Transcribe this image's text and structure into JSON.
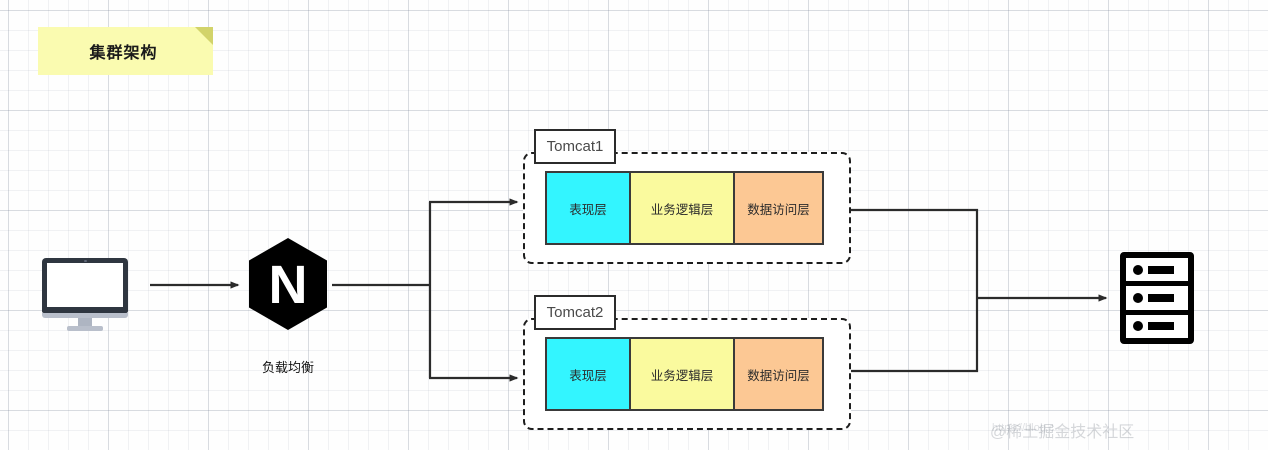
{
  "diagram": {
    "title": "集群架构",
    "background": "grid-paper",
    "colors": {
      "ribbon": "#fafbb0",
      "ribbon_fold": "#d2d36a",
      "presentation_layer": "#33f5ff",
      "business_layer": "#fafa9e",
      "data_layer": "#fcc894",
      "line": "#2b2b2b",
      "nginx": "#000000"
    }
  },
  "client": {
    "icon": "desktop-monitor-icon",
    "label": ""
  },
  "load_balancer": {
    "icon": "nginx-logo-icon",
    "glyph": "N",
    "label": "负载均衡"
  },
  "tomcats": [
    {
      "tag": "Tomcat1",
      "layers": [
        {
          "label": "表现层",
          "role": "presentation"
        },
        {
          "label": "业务逻辑层",
          "role": "business"
        },
        {
          "label": "数据访问层",
          "role": "data"
        }
      ]
    },
    {
      "tag": "Tomcat2",
      "layers": [
        {
          "label": "表现层",
          "role": "presentation"
        },
        {
          "label": "业务逻辑层",
          "role": "business"
        },
        {
          "label": "数据访问层",
          "role": "data"
        }
      ]
    }
  ],
  "database": {
    "icon": "server-rack-icon",
    "bays": 3,
    "label": ""
  },
  "watermark": {
    "text": "@稀土掘金技术社区",
    "url": "https://blog.c"
  }
}
